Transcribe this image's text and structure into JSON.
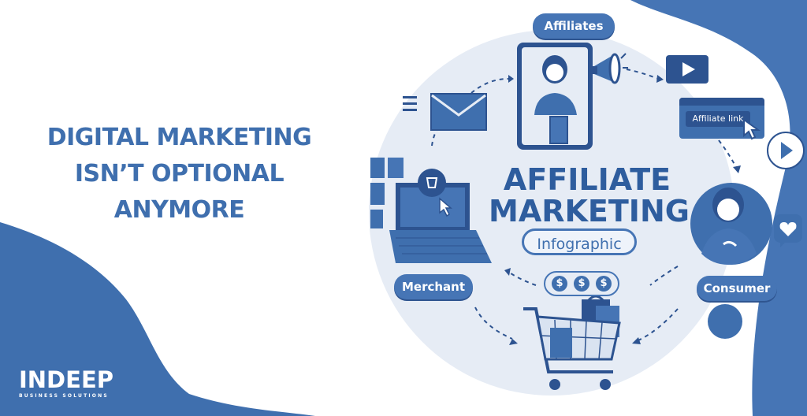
{
  "headline": {
    "lines": [
      "DIGITAL MARKETING",
      "ISN’T OPTIONAL",
      "ANYMORE"
    ]
  },
  "infographic": {
    "title_line1": "AFFILIATE",
    "title_line2": "MARKETING",
    "subtitle": "Infographic",
    "nodes": {
      "affiliates": "Affiliates",
      "merchant": "Merchant",
      "consumer": "Consumer"
    },
    "link_card_label": "Affiliate link",
    "coins": [
      "$",
      "$",
      "$"
    ]
  },
  "brand": {
    "name": "INDEEP",
    "tagline": "BUSINESS SOLUTIONS"
  },
  "colors": {
    "primary": "#3f6fae",
    "dark": "#2d5390",
    "light_circle": "#e6ecf5"
  },
  "icons": [
    "menu-icon",
    "envelope-icon",
    "megaphone-icon",
    "play-icon",
    "cursor-icon",
    "heart-icon",
    "laptop-icon",
    "shopping-cart-icon",
    "shopping-bag-icon",
    "dollar-coin-icon"
  ]
}
